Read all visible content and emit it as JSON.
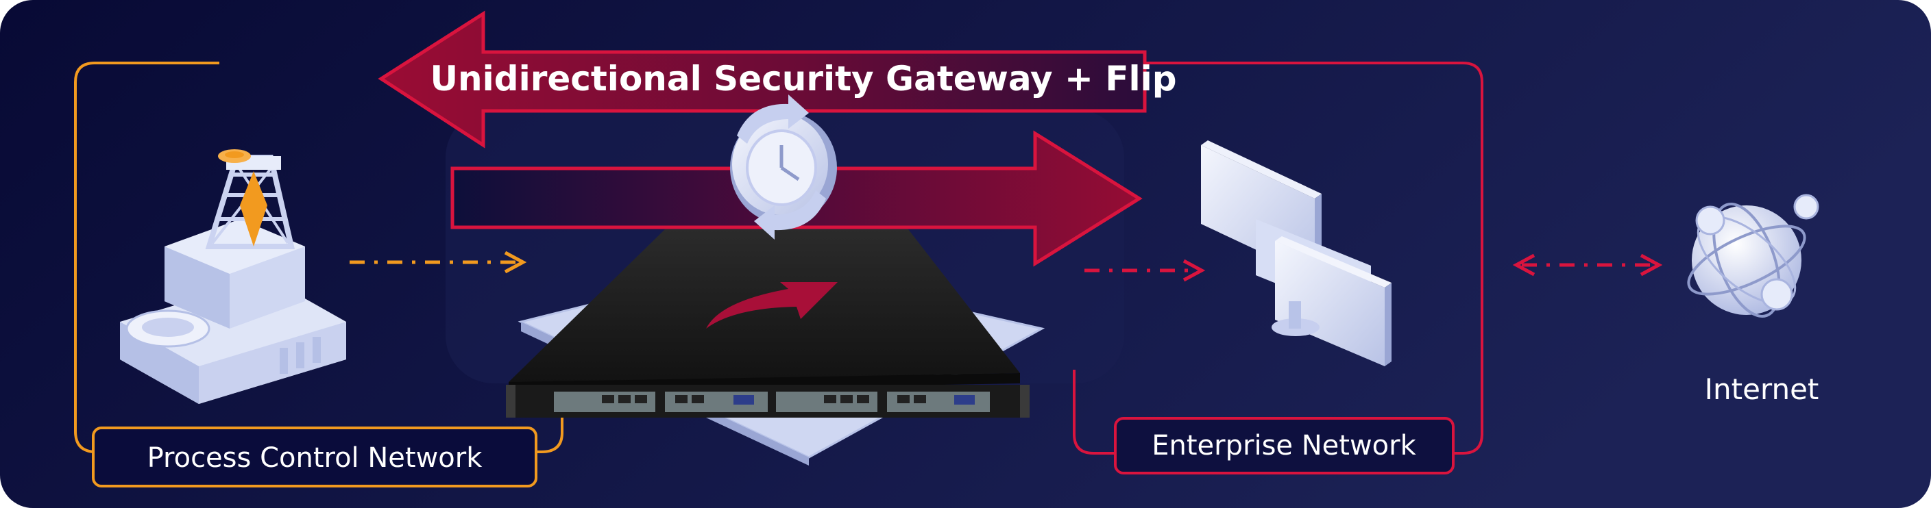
{
  "title": "Unidirectional Security Gateway + Flip",
  "labels": {
    "process_control": "Process Control Network",
    "enterprise": "Enterprise Network",
    "internet": "Internet"
  },
  "colors": {
    "background_start": "#080a35",
    "background_end": "#1c2256",
    "orange": "#f29a1f",
    "red": "#d9143e",
    "arrow_fill": "#8c0c32",
    "device_body": "#1f1f1f",
    "icon_light": "#dfe5f7"
  },
  "icons": {
    "left_icon": "oil-rig-icon",
    "center_icon": "gateway-appliance-icon",
    "flip_icon": "clock-rotate-icon",
    "right_icon": "monitors-icon",
    "globe_icon": "globe-network-icon"
  }
}
